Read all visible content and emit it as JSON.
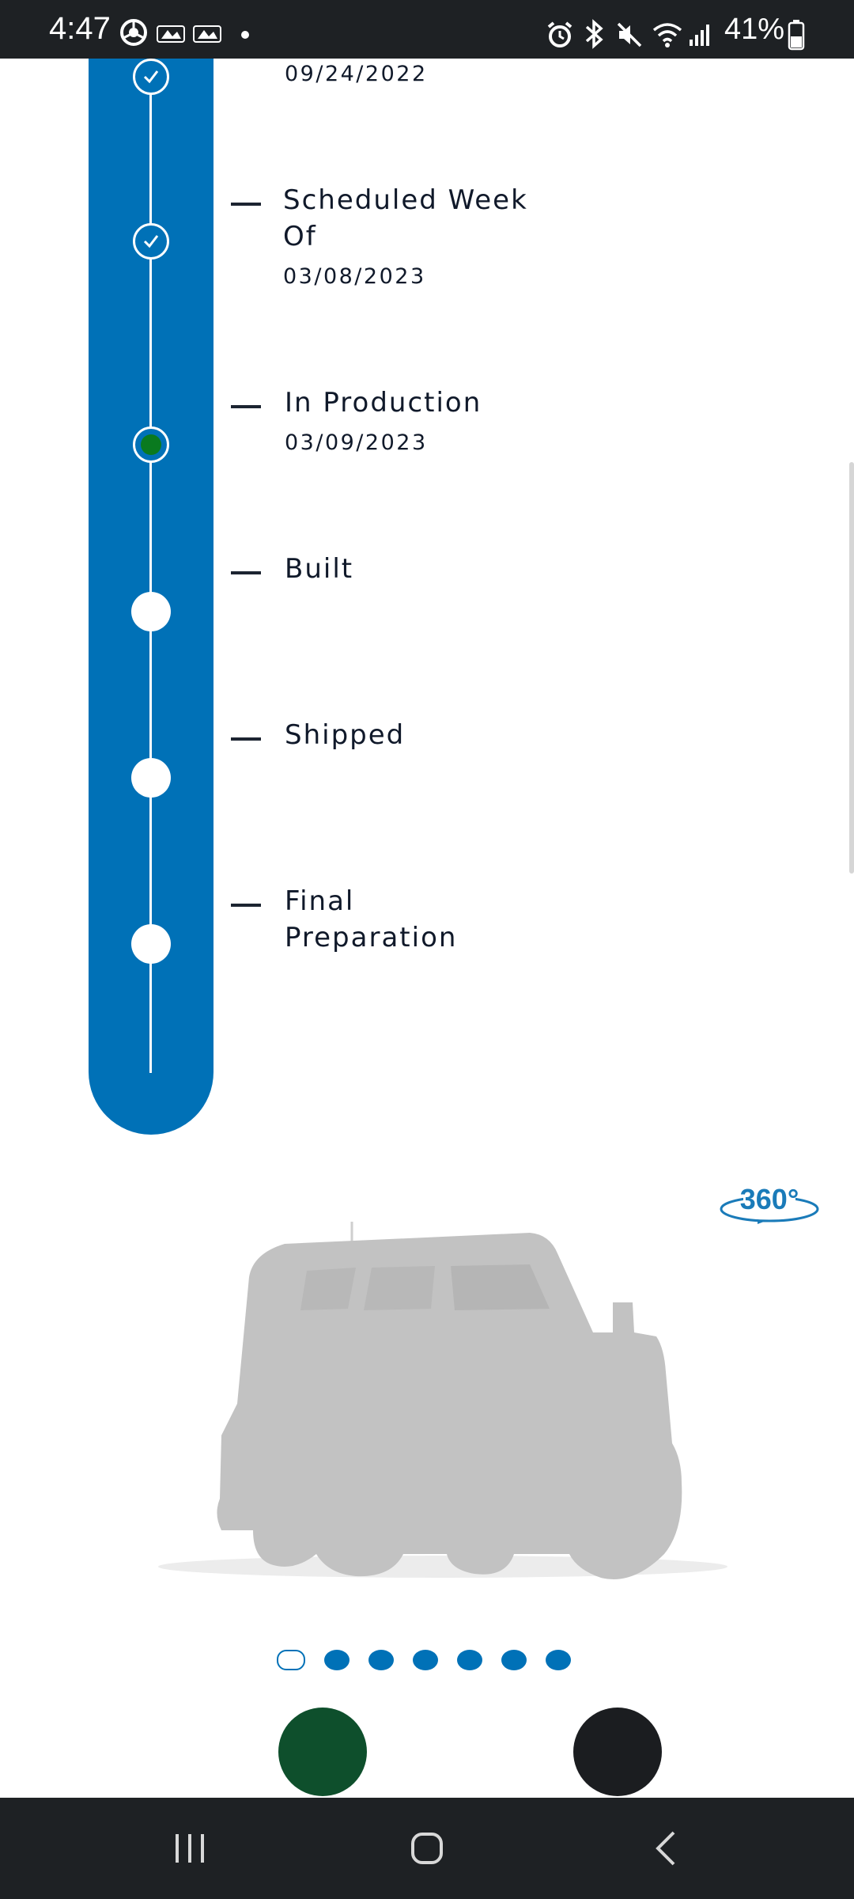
{
  "status_bar": {
    "time": "4:47",
    "battery_percent": "41%",
    "icons": [
      "chrome-icon",
      "mlb-icon",
      "mlb-icon",
      "notification-dot-icon",
      "alarm-icon",
      "bluetooth-icon",
      "mute-icon",
      "wifi-icon",
      "signal-icon",
      "battery-icon"
    ]
  },
  "timeline": {
    "steps": [
      {
        "label": "",
        "date": "09/24/2022",
        "state": "done"
      },
      {
        "label": "Scheduled Week Of",
        "date": "03/08/2023",
        "state": "done"
      },
      {
        "label": "In Production",
        "date": "03/09/2023",
        "state": "current"
      },
      {
        "label": "Built",
        "date": "",
        "state": "pending"
      },
      {
        "label": "Shipped",
        "date": "",
        "state": "pending"
      },
      {
        "label": "Final Preparation",
        "date": "",
        "state": "pending"
      }
    ]
  },
  "vehicle_viewer": {
    "rotate_label": "360°",
    "carousel_count": 7,
    "active_index": 0
  },
  "color_swatches": [
    {
      "name": "green",
      "color": "#0e4f2c"
    },
    {
      "name": "black",
      "color": "#1b1d20"
    }
  ],
  "colors": {
    "accent": "#0071b7",
    "current_step": "#0a7a1f",
    "status_bar": "#1e2124"
  },
  "nav_bar": {
    "icons": [
      "recents-icon",
      "home-icon",
      "back-icon"
    ]
  }
}
